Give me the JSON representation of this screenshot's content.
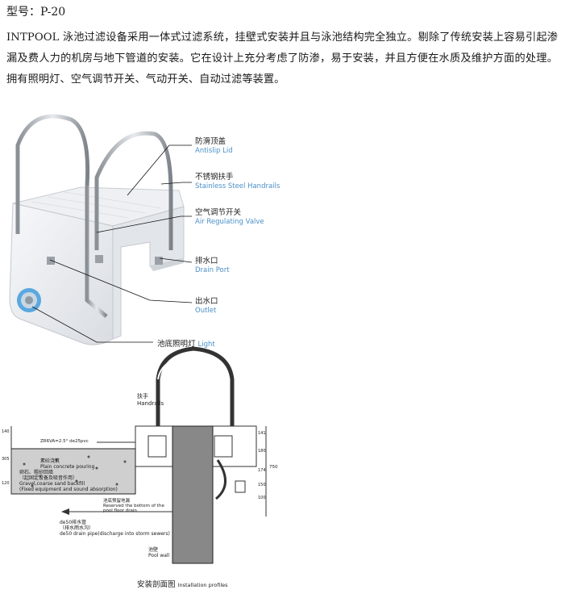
{
  "model": "型号：P-20",
  "description": "INTPOOL 泳池过滤设备采用一体式过滤系统，挂壁式安装并且与泳池结构完全独立。剔除了传统安装上容易引起渗漏及费人力的机房与地下管道的安装。它在设计上充分考虑了防渗，易于安装，并且方便在水质及维护方面的处理。拥有照明灯、空气调节开关、气动开关、自动过滤等装置。",
  "callouts": [
    {
      "cn": "防滑顶盖",
      "en": "Antislip Lid"
    },
    {
      "cn": "不锈钢扶手",
      "en": "Stainless Steel Handrails"
    },
    {
      "cn": "空气调节开关",
      "en": "Air Regulating Valve"
    },
    {
      "cn": "排水口",
      "en": "Drain Port"
    },
    {
      "cn": "出水口",
      "en": "Outlet"
    }
  ],
  "light": {
    "cn": "池底照明灯",
    "en": "Light"
  },
  "drawing": {
    "handrails_cn": "扶手",
    "handrails_en": "Handrails",
    "pipe_spec": "ZR6VA=2.5° de25pvc",
    "concrete_cn": "素砼浇筑",
    "concrete_en": "Plain concrete pouring",
    "gravel_cn": "卵石、粗砂回填",
    "gravel_cn2": "（起固定设备及吸音作用）",
    "gravel_en": "Gravel,coarse sand backfill",
    "gravel_en2": "(Fixed equipment and sound absorption)",
    "reserved_cn": "池底预留地漏",
    "reserved_en": "Reserved the bottom of the pool floor drain",
    "drain_pipe_cn": "de50排水管",
    "drain_pipe_cn2": "（排水雨水沟）",
    "drain_pipe_en": "de50 drain pipe(discharge into storm sewers)",
    "wall_cn": "池壁",
    "wall_en": "Pool wall",
    "dim_left": [
      "140",
      "305",
      "120"
    ],
    "dim_right": [
      "100",
      "150",
      "174",
      "180",
      "141"
    ],
    "dim_total": "750"
  },
  "caption_cn": "安装剖面图",
  "caption_en": "Installation profiles"
}
